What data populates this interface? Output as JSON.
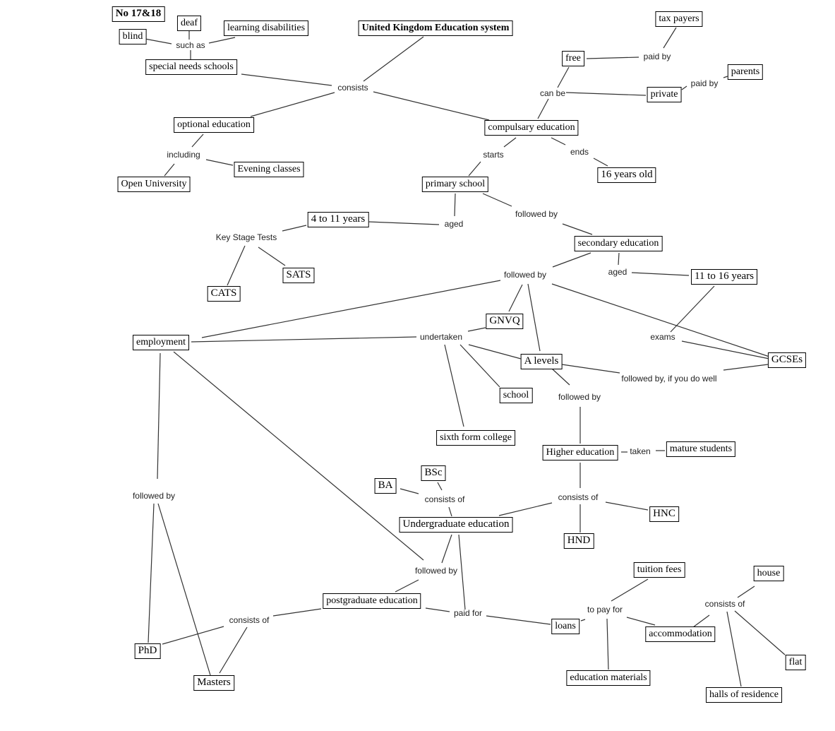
{
  "title": "United Kingdom Education system",
  "header_tag": "No  17&18",
  "concepts": {
    "header_tag": "No  17&18",
    "root": "United Kingdom Education system",
    "deaf": "deaf",
    "blind": "blind",
    "learning_disabilities": "learning disabilities",
    "special_needs_schools": "special needs schools",
    "optional_education": "optional education",
    "open_university": "Open University",
    "evening_classes": "Evening classes",
    "compulsary_education": "compulsary education",
    "free": "free",
    "private": "private",
    "tax_payers": "tax payers",
    "parents": "parents",
    "sixteen_years_old": "16 years old",
    "primary_school": "primary school",
    "four_to_eleven": "4 to 11 years",
    "cats": "CATS",
    "sats": "SATS",
    "secondary_education": "secondary education",
    "eleven_to_sixteen": "11 to 16 years",
    "employment": "employment",
    "gnvq": "GNVQ",
    "a_levels": "A levels",
    "gcses": "GCSEs",
    "school": "school",
    "sixth_form_college": "sixth form college",
    "higher_education": "Higher education",
    "mature_students": "mature students",
    "bsc": "BSc",
    "ba": "BA",
    "undergraduate_education": "Undergraduate education",
    "hnc": "HNC",
    "hnd": "HND",
    "postgraduate_education": "postgraduate education",
    "phd": "PhD",
    "masters": "Masters",
    "loans": "loans",
    "tuition_fees": "tuition fees",
    "education_materials": "education materials",
    "accommodation": "accommodation",
    "house": "house",
    "flat": "flat",
    "halls_of_residence": "halls of residence"
  },
  "links": {
    "such_as": "such as",
    "consists": "consists",
    "including": "including",
    "can_be": "can be",
    "paid_by_free": "paid by",
    "paid_by_private": "paid by",
    "starts": "starts",
    "ends": "ends",
    "aged_primary": "aged",
    "key_stage_tests": "Key Stage Tests",
    "followed_by_primary": "followed by",
    "followed_by_secondary": "followed by",
    "aged_secondary": "aged",
    "undertaken": "undertaken",
    "exams": "exams",
    "followed_by_if_well": "followed by, if you do well",
    "followed_by_alevels": "followed by",
    "taken": "taken",
    "consists_of_higher": "consists of",
    "consists_of_undergrad": "consists of",
    "followed_by_employment": "followed by",
    "followed_by_undergrad": "followed by",
    "consists_of_postgrad": "consists of",
    "paid_for": "paid for",
    "to_pay_for": "to pay for",
    "consists_of_accommodation": "consists of"
  }
}
